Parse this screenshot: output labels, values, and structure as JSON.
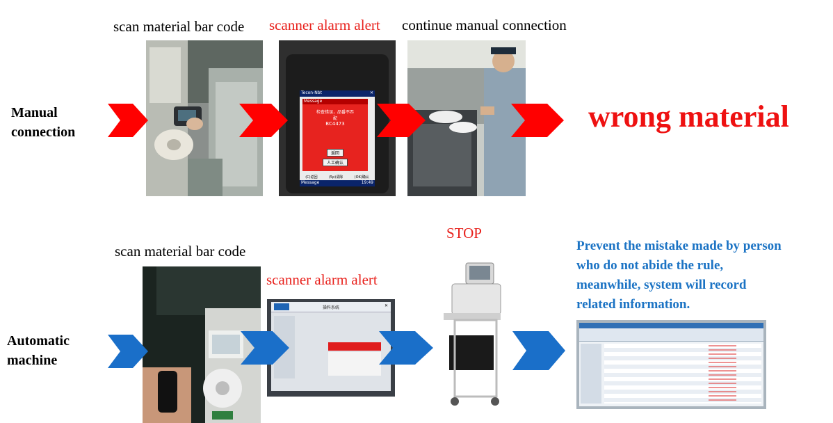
{
  "manual": {
    "row_label_line1": "Manual",
    "row_label_line2": "connection",
    "caption_scan": "scan material bar code",
    "caption_alarm": "scanner alarm alert",
    "caption_continue": "continue manual connection",
    "result": "wrong material",
    "scanner_title": "Tecon-Nbt",
    "scanner_message": "Message",
    "scanner_error_line1": "检查错误，品番不匹",
    "scanner_error_line2": "配",
    "scanner_code": "BC4473",
    "scanner_btn_back": "返回",
    "scanner_btn_confirm": "人工确认",
    "scanner_footer": [
      "(C)返回",
      "(5p)清除",
      "(OK)确认"
    ],
    "scanner_status": "Message",
    "scanner_time": "19:49"
  },
  "automatic": {
    "row_label_line1": "Automatic",
    "row_label_line2": "machine",
    "caption_scan": "scan material bar code",
    "caption_alarm": "scanner alarm alert",
    "caption_stop": "STOP",
    "note": "Prevent the mistake made by person who do not abide the rule, meanwhile, system will record related information.",
    "screen_title": "操料系统"
  },
  "colors": {
    "manual_arrow": "#ff0000",
    "automatic_arrow": "#1a6fc9",
    "red_text": "#e8211c",
    "blue_text": "#1b73c4"
  }
}
